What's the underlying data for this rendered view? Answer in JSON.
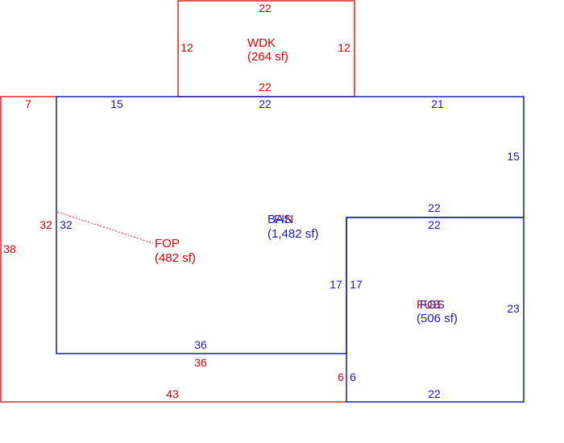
{
  "colors": {
    "red": "#d50000",
    "blue": "#1a1ab8",
    "background": "#ffffff"
  },
  "areas": {
    "wdk": {
      "name": "WDK",
      "size": "(264 sf)",
      "color": "red"
    },
    "fop": {
      "name": "FOP",
      "size": "(482 sf)",
      "color": "red"
    },
    "bas": {
      "name": "BAS",
      "size": "(1,482 sf)",
      "color": "blue",
      "overlap_name": "FIN"
    },
    "fgs": {
      "name": "FGS",
      "size": "(506 sf)",
      "color": "blue",
      "overlap_name": "FUS"
    }
  },
  "dimensions": {
    "wdk_top": "22",
    "wdk_left": "12",
    "wdk_right": "12",
    "wdk_bottom": "22",
    "fop_top_left": "7",
    "fop_left": "38",
    "fop_inner_left": "32",
    "fop_inner_bottom": "36",
    "fop_bottom": "43",
    "fop_right": "6",
    "bas_top_left": "15",
    "bas_top_mid": "22",
    "bas_top_right": "21",
    "bas_right": "15",
    "bas_left": "32",
    "bas_bottom": "36",
    "bas_step": "22",
    "bas_inner_vertical": "17",
    "fgs_top": "22",
    "fgs_left": "17",
    "fgs_right": "23",
    "fgs_bottom": "22",
    "fgs_small": "6"
  }
}
